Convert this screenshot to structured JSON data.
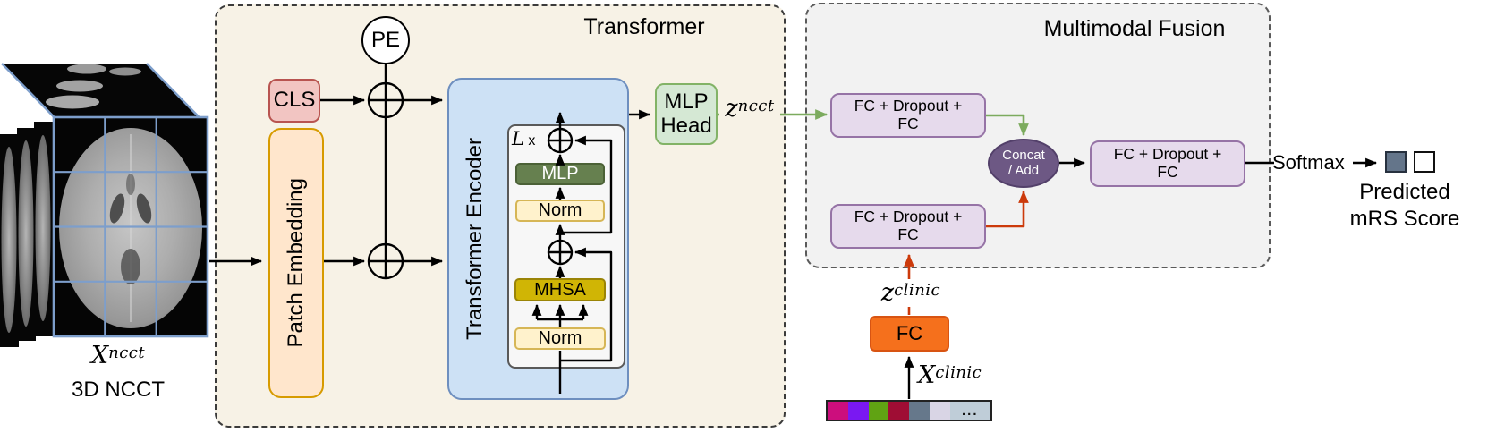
{
  "input3d": {
    "formula_base": "X",
    "formula_sup": "ncct",
    "caption": "3D NCCT"
  },
  "transformer": {
    "title": "Transformer",
    "pe_label": "PE",
    "cls_label": "CLS",
    "patch_embedding_label": "Patch Embedding",
    "encoder_label": "Transformer Encoder",
    "loop_base": "L",
    "loop_mult": "x",
    "mlp_label": "MLP",
    "norm_top_label": "Norm",
    "mhsa_label": "MHSA",
    "norm_bottom_label": "Norm",
    "mlp_head_label": "MLP Head"
  },
  "latent_ncct": {
    "base": "z",
    "sup": "ncct"
  },
  "fusion": {
    "title": "Multimodal Fusion",
    "fc_top_label": "FC + Dropout + FC",
    "fc_bottom_label": "FC + Dropout + FC",
    "fc_out_label": "FC + Dropout + FC",
    "concat_line1": "Concat",
    "concat_line2": "/ Add"
  },
  "output": {
    "softmax_label": "Softmax",
    "predicted_line1": "Predicted",
    "predicted_line2": "mRS Score"
  },
  "clinical": {
    "latent_base": "z",
    "latent_sup": "clinic",
    "fc_label": "FC",
    "input_base": "X",
    "input_sup": "clinic",
    "strip_cells": [
      {
        "color": "#cc0e7d"
      },
      {
        "color": "#7a18f2"
      },
      {
        "color": "#60a313"
      },
      {
        "color": "#9f0d34"
      },
      {
        "color": "#66788b"
      },
      {
        "color": "#d9d5e5"
      },
      {
        "color": "#bfcdd8",
        "label": "...",
        "wide": true
      }
    ]
  },
  "colors": {
    "transformer_bg": "#f7f2e6",
    "fusion_bg": "#f2f2f2",
    "cls_fill": "#f2c5c2",
    "patch_fill": "#ffe6cc",
    "encoder_fill": "#cde1f5",
    "mlp_fill": "#66804f",
    "norm_fill": "#fff2cc",
    "mhsa_fill": "#d0b505",
    "mlp_head_fill": "#d5e8d4",
    "fusion_fc_fill": "#e6daec",
    "concat_fill": "#6d5884",
    "clinic_fc_fill": "#f5701c",
    "arrow_green": "#7cab5e",
    "arrow_red": "#cc3a0b",
    "class_square_filled": "#64758a",
    "cube_edge_blue": "#7d9ecb"
  }
}
